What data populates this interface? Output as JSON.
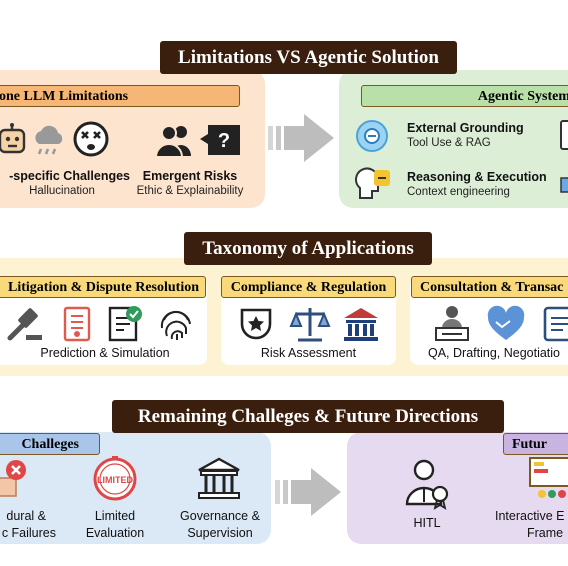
{
  "section1": {
    "title": "Limitations VS Agentic Solution",
    "left_header": "one LLM Limitations",
    "left_items": [
      {
        "title": "-specific Challenges",
        "subtitle": "Hallucination"
      },
      {
        "title": "Emergent Risks",
        "subtitle": "Ethic & Explainability"
      }
    ],
    "right_header": "Agentic System",
    "right_items": [
      {
        "title": "External Grounding",
        "subtitle": "Tool Use & RAG"
      },
      {
        "title": "Reasoning & Execution",
        "subtitle": "Context engineering"
      }
    ]
  },
  "section2": {
    "title": "Taxonomy of Applications",
    "categories": [
      {
        "header": "Litigation & Dispute Resolution",
        "caption": "Prediction & Simulation"
      },
      {
        "header": "Compliance & Regulation",
        "caption": "Risk Assessment"
      },
      {
        "header": "Consultation & Transac",
        "caption": "QA, Drafting, Negotiatio"
      }
    ]
  },
  "section3": {
    "title": "Remaining Challeges & Future Directions",
    "left_header": "Challeges",
    "left_items": [
      {
        "line1": "dural &",
        "line2": "c Failures"
      },
      {
        "line1": "Limited",
        "line2": "Evaluation"
      },
      {
        "line1": "Governance &",
        "line2": "Supervision"
      }
    ],
    "limited_badge": "LIMITED",
    "right_header": "Futur",
    "right_items": [
      {
        "line1": "HITL",
        "line2": ""
      },
      {
        "line1": "Interactive E",
        "line2": "Frame"
      }
    ]
  },
  "colors": {
    "banner": "#3b1f0e",
    "orange_panel": "#fde4cf",
    "green_panel": "#dcefd6",
    "yellow_panel": "#fdf3d2",
    "blue_panel": "#dbe8f6",
    "purple_panel": "#e5daef",
    "orange_header": "#f6b776",
    "green_header": "#b9e0a8",
    "yellow_header": "#f9d979"
  }
}
